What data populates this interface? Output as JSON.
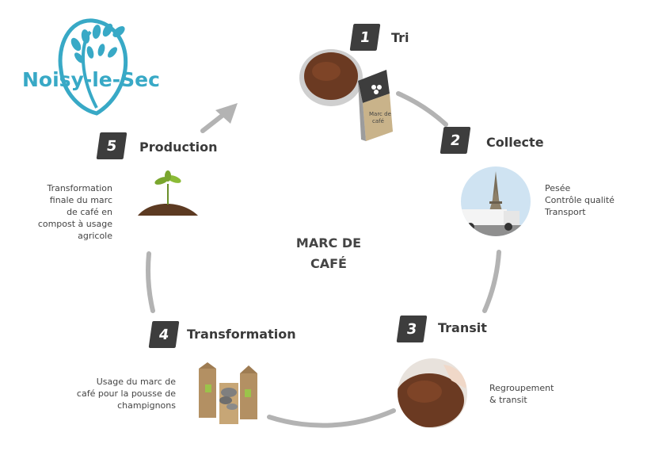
{
  "logo": {
    "text": "Noisy-le-Sec"
  },
  "center": {
    "title": "MARC DE\nCAFÉ"
  },
  "steps": [
    {
      "number": "1",
      "title": "Tri",
      "description": ""
    },
    {
      "number": "2",
      "title": "Collecte",
      "description": "Pesée\nContrôle qualité\nTransport"
    },
    {
      "number": "3",
      "title": "Transit",
      "description": "Regroupement\n& transit"
    },
    {
      "number": "4",
      "title": "Transformation",
      "description": "Usage du marc de\ncafé pour la pousse de\nchampignons"
    },
    {
      "number": "5",
      "title": "Production",
      "description": "Transformation\nfinale du marc\nde café en\ncompost à usage\nagricole"
    }
  ],
  "box_label": "Marc de\ncafé",
  "colors": {
    "ring": "#b3b3b3",
    "badge": "#3d3d3d",
    "logo": "#38a9c6",
    "coffee": "#6b3a22"
  }
}
